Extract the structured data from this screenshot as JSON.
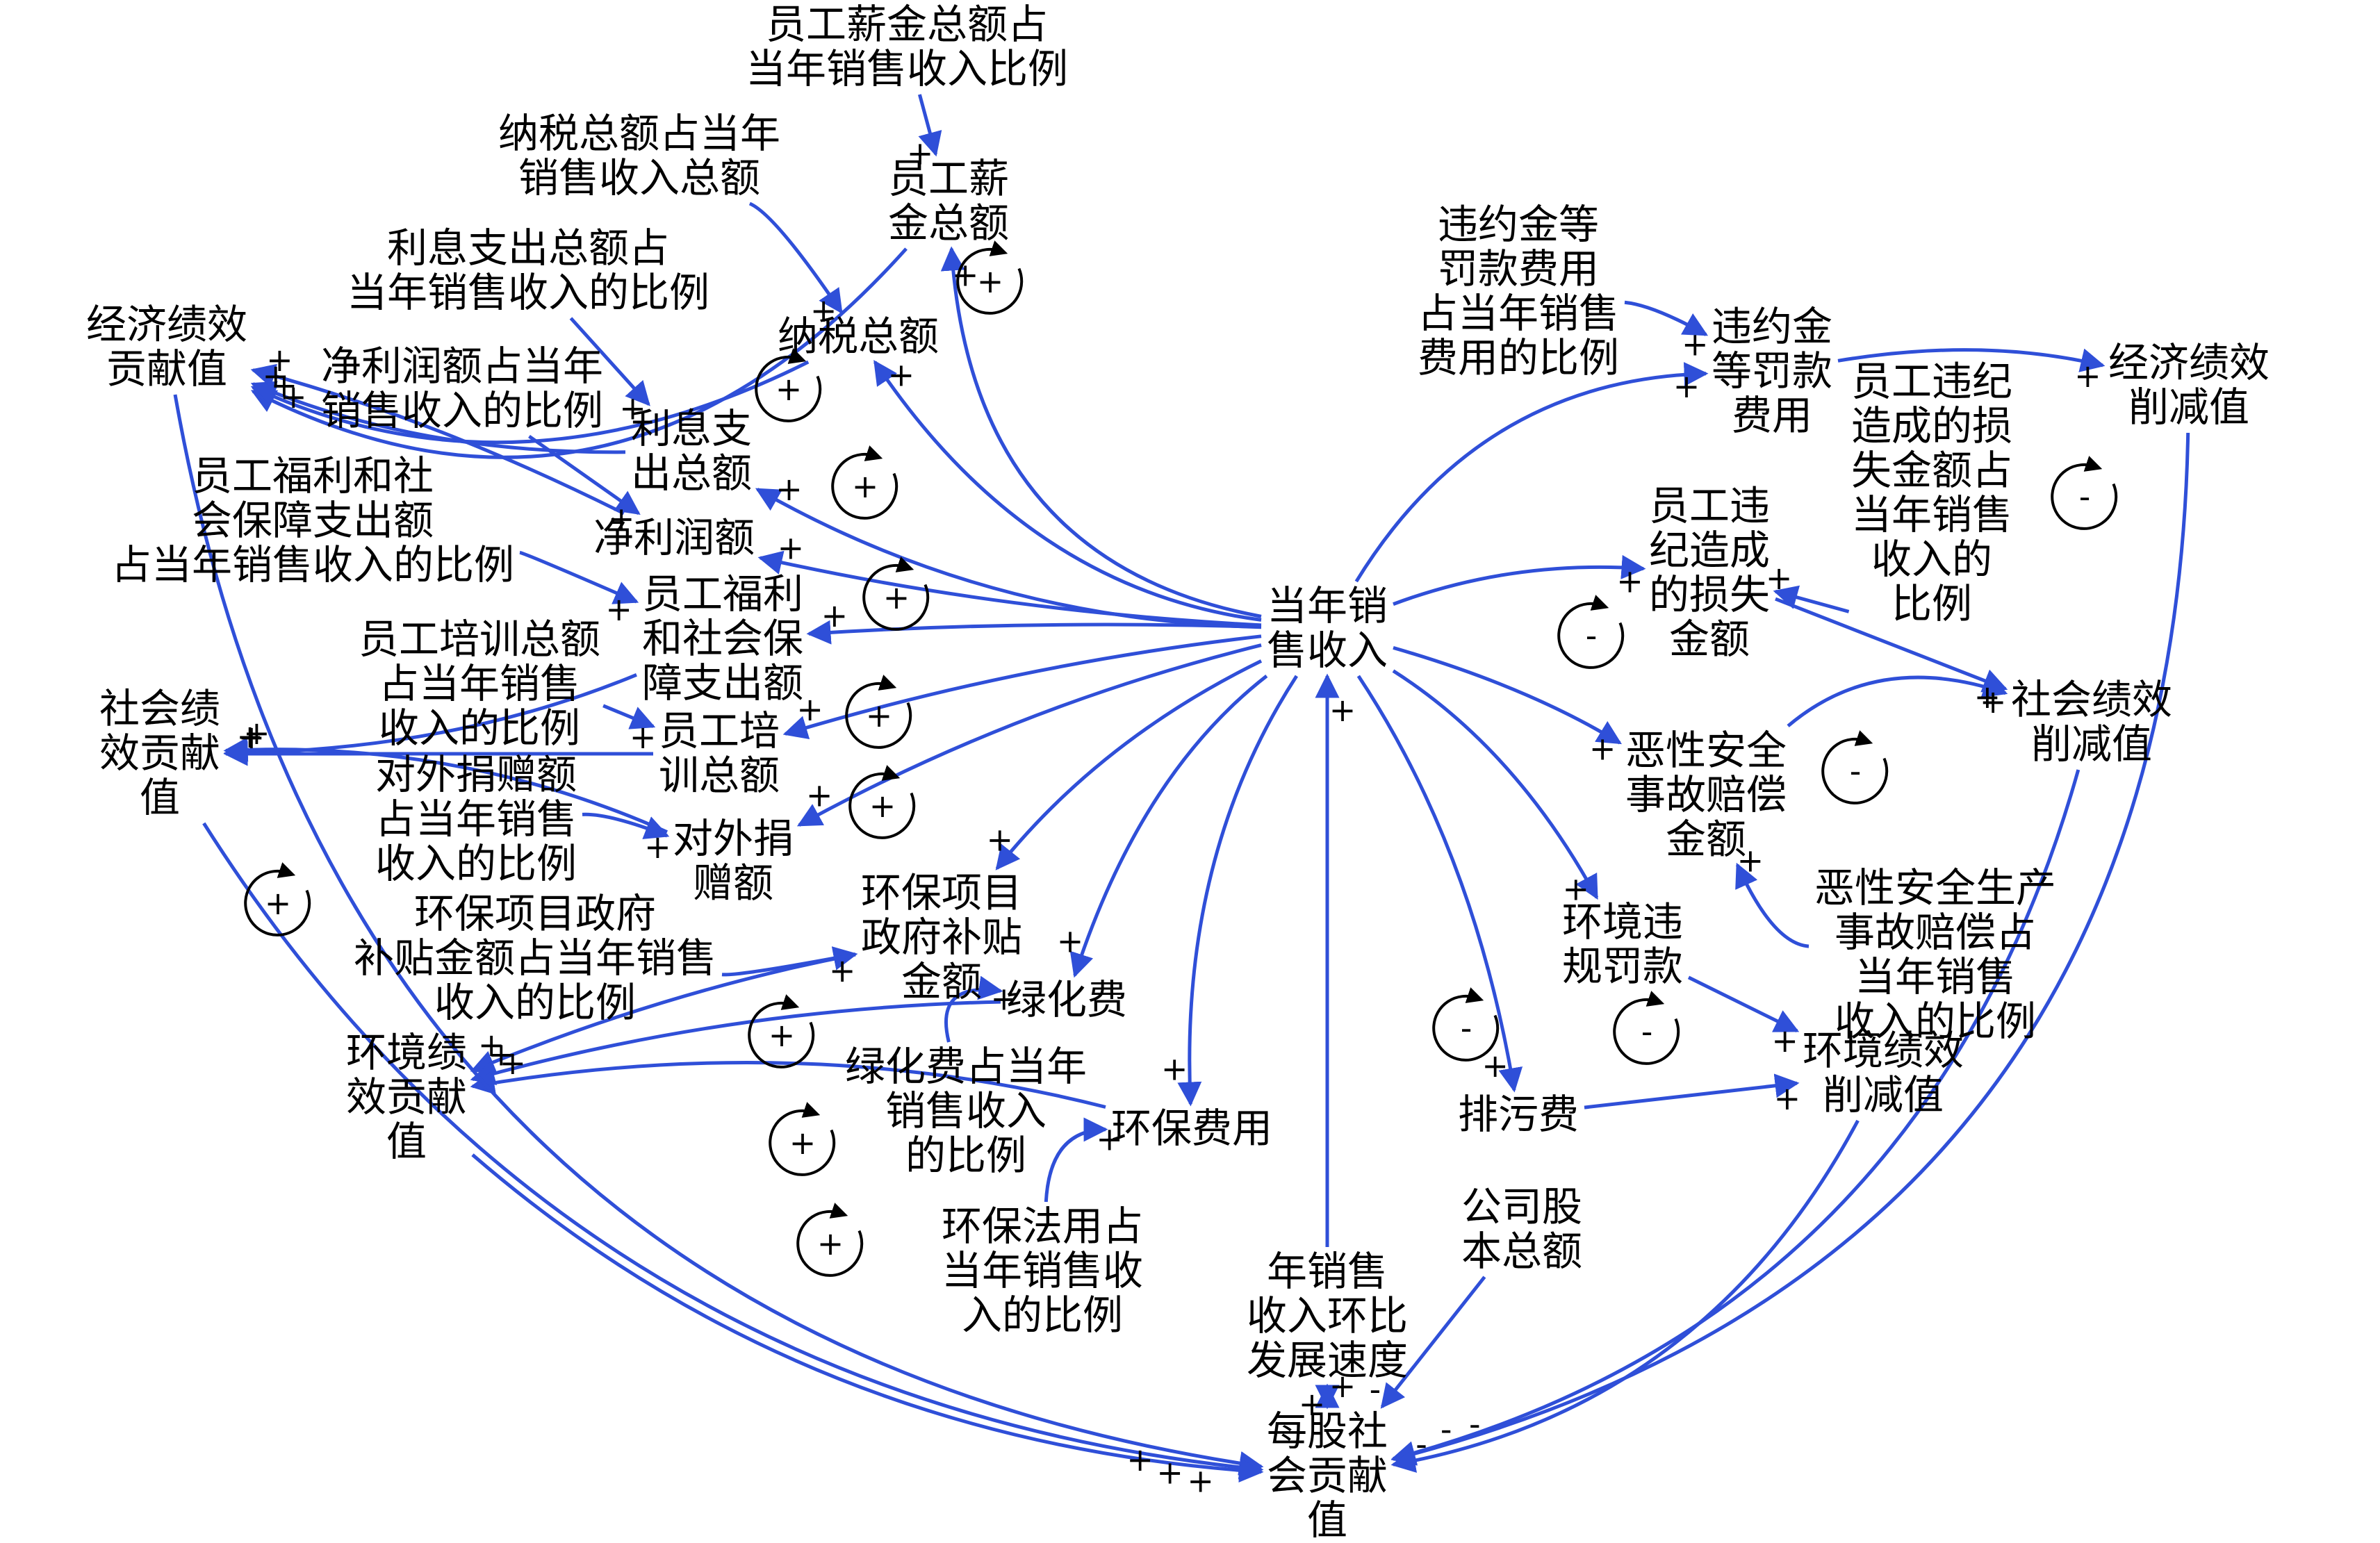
{
  "colors": {
    "edge": "#2f4fd8",
    "text": "#000000",
    "background": "#ffffff"
  },
  "nodes": [
    {
      "id": "salary_ratio",
      "lines": [
        "员工薪金总额占",
        "当年销售收入比例"
      ]
    },
    {
      "id": "salary",
      "lines": [
        "员工薪",
        "金总额"
      ]
    },
    {
      "id": "tax_ratio",
      "lines": [
        "纳税总额占当年",
        "销售收入总额"
      ]
    },
    {
      "id": "tax",
      "lines": [
        "纳税总额"
      ]
    },
    {
      "id": "interest_ratio",
      "lines": [
        "利息支出总额占",
        "当年销售收入的比例"
      ]
    },
    {
      "id": "interest",
      "lines": [
        "利息支",
        "出总额"
      ]
    },
    {
      "id": "econ_contrib",
      "lines": [
        "经济绩效",
        "贡献值"
      ]
    },
    {
      "id": "profit_ratio",
      "lines": [
        "净利润额占当年",
        "销售收入的比例"
      ]
    },
    {
      "id": "profit",
      "lines": [
        "净利润额"
      ]
    },
    {
      "id": "welfare_ratio",
      "lines": [
        "员工福利和社",
        "会保障支出额",
        "占当年销售收入的比例"
      ]
    },
    {
      "id": "welfare",
      "lines": [
        "员工福利",
        "和社会保",
        "障支出额"
      ]
    },
    {
      "id": "training_ratio",
      "lines": [
        "员工培训总额",
        "占当年销售",
        "收入的比例"
      ]
    },
    {
      "id": "training",
      "lines": [
        "员工培",
        "训总额"
      ]
    },
    {
      "id": "social_contrib",
      "lines": [
        "社会绩",
        "效贡献",
        "值"
      ]
    },
    {
      "id": "donation_ratio",
      "lines": [
        "对外捐赠额",
        "占当年销售",
        "收入的比例"
      ]
    },
    {
      "id": "donation",
      "lines": [
        "对外捐",
        "赠额"
      ]
    },
    {
      "id": "subsidy_ratio",
      "lines": [
        "环保项目政府",
        "补贴金额占当年销售",
        "收入的比例"
      ]
    },
    {
      "id": "subsidy",
      "lines": [
        "环保项目",
        "政府补贴",
        "金额"
      ]
    },
    {
      "id": "greening",
      "lines": [
        "绿化费"
      ]
    },
    {
      "id": "greening_ratio",
      "lines": [
        "绿化费占当年",
        "销售收入",
        "的比例"
      ]
    },
    {
      "id": "env_contrib",
      "lines": [
        "环境绩",
        "效贡献",
        "值"
      ]
    },
    {
      "id": "env_cost",
      "lines": [
        "环保费用"
      ]
    },
    {
      "id": "env_law_ratio",
      "lines": [
        "环保法用占",
        "当年销售收",
        "入的比例"
      ]
    },
    {
      "id": "sales",
      "lines": [
        "当年销",
        "售收入"
      ]
    },
    {
      "id": "penalty_ratio",
      "lines": [
        "违约金等",
        "罚款费用",
        "占当年销售",
        "费用的比例"
      ]
    },
    {
      "id": "penalty",
      "lines": [
        "违约金",
        "等罚款",
        "费用"
      ]
    },
    {
      "id": "econ_reduce",
      "lines": [
        "经济绩效",
        "削减值"
      ]
    },
    {
      "id": "violation_loss_ratio",
      "lines": [
        "员工违纪",
        "造成的损",
        "失金额占",
        "当年销售",
        "收入的",
        "比例"
      ]
    },
    {
      "id": "violation_loss",
      "lines": [
        "员工违",
        "纪造成",
        "的损失",
        "金额"
      ]
    },
    {
      "id": "social_reduce",
      "lines": [
        "社会绩效",
        "削减值"
      ]
    },
    {
      "id": "accident",
      "lines": [
        "恶性安全",
        "事故赔偿",
        "金额"
      ]
    },
    {
      "id": "accident_ratio",
      "lines": [
        "恶性安全生产",
        "事故赔偿占",
        "当年销售",
        "收入的比例"
      ]
    },
    {
      "id": "env_fine",
      "lines": [
        "环境违",
        "规罚款"
      ]
    },
    {
      "id": "env_reduce",
      "lines": [
        "环境绩效",
        "削减值"
      ]
    },
    {
      "id": "discharge",
      "lines": [
        "排污费"
      ]
    },
    {
      "id": "shares",
      "lines": [
        "公司股",
        "本总额"
      ]
    },
    {
      "id": "growth",
      "lines": [
        "年销售",
        "收入环比",
        "发展速度"
      ]
    },
    {
      "id": "eps_social",
      "lines": [
        "每股社",
        "会贡献",
        "值"
      ]
    }
  ],
  "edges": [
    {
      "from": "sales",
      "to": "salary",
      "sign": "+"
    },
    {
      "from": "salary_ratio",
      "to": "salary",
      "sign": "+"
    },
    {
      "from": "salary",
      "to": "econ_contrib",
      "sign": "+"
    },
    {
      "from": "sales",
      "to": "tax",
      "sign": "+"
    },
    {
      "from": "tax_ratio",
      "to": "tax",
      "sign": "+"
    },
    {
      "from": "tax",
      "to": "econ_contrib",
      "sign": "+"
    },
    {
      "from": "sales",
      "to": "interest",
      "sign": "+"
    },
    {
      "from": "interest_ratio",
      "to": "interest",
      "sign": "+"
    },
    {
      "from": "interest",
      "to": "econ_contrib",
      "sign": "+"
    },
    {
      "from": "sales",
      "to": "profit",
      "sign": "+"
    },
    {
      "from": "profit_ratio",
      "to": "profit",
      "sign": "+"
    },
    {
      "from": "profit",
      "to": "econ_contrib",
      "sign": "+"
    },
    {
      "from": "sales",
      "to": "welfare",
      "sign": "+"
    },
    {
      "from": "welfare_ratio",
      "to": "welfare",
      "sign": "+"
    },
    {
      "from": "welfare",
      "to": "social_contrib",
      "sign": "+"
    },
    {
      "from": "sales",
      "to": "training",
      "sign": "+"
    },
    {
      "from": "training_ratio",
      "to": "training",
      "sign": "+"
    },
    {
      "from": "training",
      "to": "social_contrib",
      "sign": "+"
    },
    {
      "from": "sales",
      "to": "donation",
      "sign": "+"
    },
    {
      "from": "donation_ratio",
      "to": "donation",
      "sign": "+"
    },
    {
      "from": "donation",
      "to": "social_contrib",
      "sign": "+"
    },
    {
      "from": "sales",
      "to": "subsidy",
      "sign": "+"
    },
    {
      "from": "subsidy_ratio",
      "to": "subsidy",
      "sign": "+"
    },
    {
      "from": "subsidy",
      "to": "env_contrib",
      "sign": "+"
    },
    {
      "from": "sales",
      "to": "greening",
      "sign": "+"
    },
    {
      "from": "greening_ratio",
      "to": "greening",
      "sign": "+"
    },
    {
      "from": "greening",
      "to": "env_contrib",
      "sign": "+"
    },
    {
      "from": "sales",
      "to": "env_cost",
      "sign": "+"
    },
    {
      "from": "env_law_ratio",
      "to": "env_cost",
      "sign": "+"
    },
    {
      "from": "env_cost",
      "to": "env_contrib",
      "sign": "+"
    },
    {
      "from": "sales",
      "to": "penalty",
      "sign": "+"
    },
    {
      "from": "penalty_ratio",
      "to": "penalty",
      "sign": "+"
    },
    {
      "from": "penalty",
      "to": "econ_reduce",
      "sign": "+"
    },
    {
      "from": "sales",
      "to": "violation_loss",
      "sign": "+"
    },
    {
      "from": "violation_loss_ratio",
      "to": "violation_loss",
      "sign": "+"
    },
    {
      "from": "violation_loss",
      "to": "social_reduce",
      "sign": "+"
    },
    {
      "from": "sales",
      "to": "accident",
      "sign": "+"
    },
    {
      "from": "accident_ratio",
      "to": "accident",
      "sign": "+"
    },
    {
      "from": "accident",
      "to": "social_reduce",
      "sign": "+"
    },
    {
      "from": "sales",
      "to": "env_fine",
      "sign": "+"
    },
    {
      "from": "env_fine",
      "to": "env_reduce",
      "sign": "+"
    },
    {
      "from": "sales",
      "to": "discharge",
      "sign": "+"
    },
    {
      "from": "discharge",
      "to": "env_reduce",
      "sign": "+"
    },
    {
      "from": "econ_contrib",
      "to": "eps_social",
      "sign": "+"
    },
    {
      "from": "social_contrib",
      "to": "eps_social",
      "sign": "+"
    },
    {
      "from": "env_contrib",
      "to": "eps_social",
      "sign": "+"
    },
    {
      "from": "econ_reduce",
      "to": "eps_social",
      "sign": "-"
    },
    {
      "from": "social_reduce",
      "to": "eps_social",
      "sign": "-"
    },
    {
      "from": "env_reduce",
      "to": "eps_social",
      "sign": "-"
    },
    {
      "from": "shares",
      "to": "eps_social",
      "sign": "-"
    },
    {
      "from": "growth",
      "to": "eps_social",
      "sign": "+"
    },
    {
      "from": "eps_social",
      "to": "growth",
      "sign": "+"
    },
    {
      "from": "growth",
      "to": "sales",
      "sign": "+"
    }
  ],
  "loops": [
    {
      "id": "loop_salary",
      "sign": "+"
    },
    {
      "id": "loop_tax",
      "sign": "+"
    },
    {
      "id": "loop_interest",
      "sign": "+"
    },
    {
      "id": "loop_profit",
      "sign": "+"
    },
    {
      "id": "loop_welfare",
      "sign": "+"
    },
    {
      "id": "loop_training",
      "sign": "+"
    },
    {
      "id": "loop_donation",
      "sign": "+"
    },
    {
      "id": "loop_subsidy",
      "sign": "+"
    },
    {
      "id": "loop_greening",
      "sign": "+"
    },
    {
      "id": "loop_envcost",
      "sign": "+"
    },
    {
      "id": "loop_penalty",
      "sign": "-"
    },
    {
      "id": "loop_violation",
      "sign": "-"
    },
    {
      "id": "loop_accident",
      "sign": "-"
    },
    {
      "id": "loop_envfine",
      "sign": "-"
    },
    {
      "id": "loop_discharge",
      "sign": "-"
    }
  ]
}
